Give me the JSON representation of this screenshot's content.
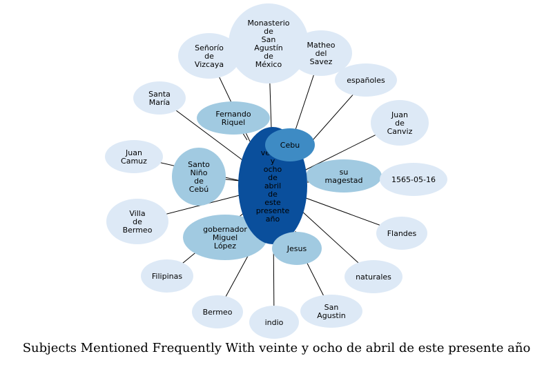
{
  "caption": "Subjects Mentioned Frequently With veinte y ocho de abril de este presente año",
  "colors": {
    "light": "#dde9f6",
    "mid": "#a1cae1",
    "strong": "#3e8bc4",
    "center": "#0a4f9c"
  },
  "center": {
    "lines": [
      "veinte",
      "y",
      "ocho",
      "de",
      "abril",
      "de",
      "este",
      "presente",
      "año"
    ],
    "visible_label": "veinte y ocho de abril de este presente año"
  },
  "nodes": [
    {
      "id": "monasterio",
      "lines": [
        "Monasterio",
        "de",
        "San",
        "Agustín",
        "de",
        "México"
      ],
      "tier": "light"
    },
    {
      "id": "senorio",
      "lines": [
        "Señorío",
        "de",
        "Vizcaya"
      ],
      "tier": "light"
    },
    {
      "id": "matheo",
      "lines": [
        "Matheo",
        "del",
        "Savez"
      ],
      "tier": "light"
    },
    {
      "id": "espanoles",
      "lines": [
        "españoles"
      ],
      "tier": "light"
    },
    {
      "id": "santa-maria",
      "lines": [
        "Santa",
        "María"
      ],
      "tier": "light"
    },
    {
      "id": "juan-canviz",
      "lines": [
        "Juan",
        "de",
        "Canviz"
      ],
      "tier": "light"
    },
    {
      "id": "fernando",
      "lines": [
        "Fernando",
        "Riquel"
      ],
      "tier": "mid"
    },
    {
      "id": "juan-camuz",
      "lines": [
        "Juan",
        "Camuz"
      ],
      "tier": "light"
    },
    {
      "id": "santo-nino",
      "lines": [
        "Santo",
        "Niño",
        "de",
        "Cebú"
      ],
      "tier": "mid"
    },
    {
      "id": "cebu",
      "lines": [
        "Cebu"
      ],
      "tier": "strong"
    },
    {
      "id": "su-magestad",
      "lines": [
        "su",
        "magestad"
      ],
      "tier": "mid"
    },
    {
      "id": "date",
      "lines": [
        "1565-05-16"
      ],
      "tier": "light"
    },
    {
      "id": "villa",
      "lines": [
        "Villa",
        "de",
        "Bermeo"
      ],
      "tier": "light"
    },
    {
      "id": "flandes",
      "lines": [
        "Flandes"
      ],
      "tier": "light"
    },
    {
      "id": "gobernador",
      "lines": [
        "gobernador",
        "Miguel",
        "López"
      ],
      "tier": "mid"
    },
    {
      "id": "jesus",
      "lines": [
        "Jesus"
      ],
      "tier": "mid"
    },
    {
      "id": "naturales",
      "lines": [
        "naturales"
      ],
      "tier": "light"
    },
    {
      "id": "filipinas",
      "lines": [
        "Filipinas"
      ],
      "tier": "light"
    },
    {
      "id": "bermeo",
      "lines": [
        "Bermeo"
      ],
      "tier": "light"
    },
    {
      "id": "san-agustin",
      "lines": [
        "San",
        "Agustin"
      ],
      "tier": "light"
    },
    {
      "id": "indio",
      "lines": [
        "indio"
      ],
      "tier": "light"
    }
  ]
}
